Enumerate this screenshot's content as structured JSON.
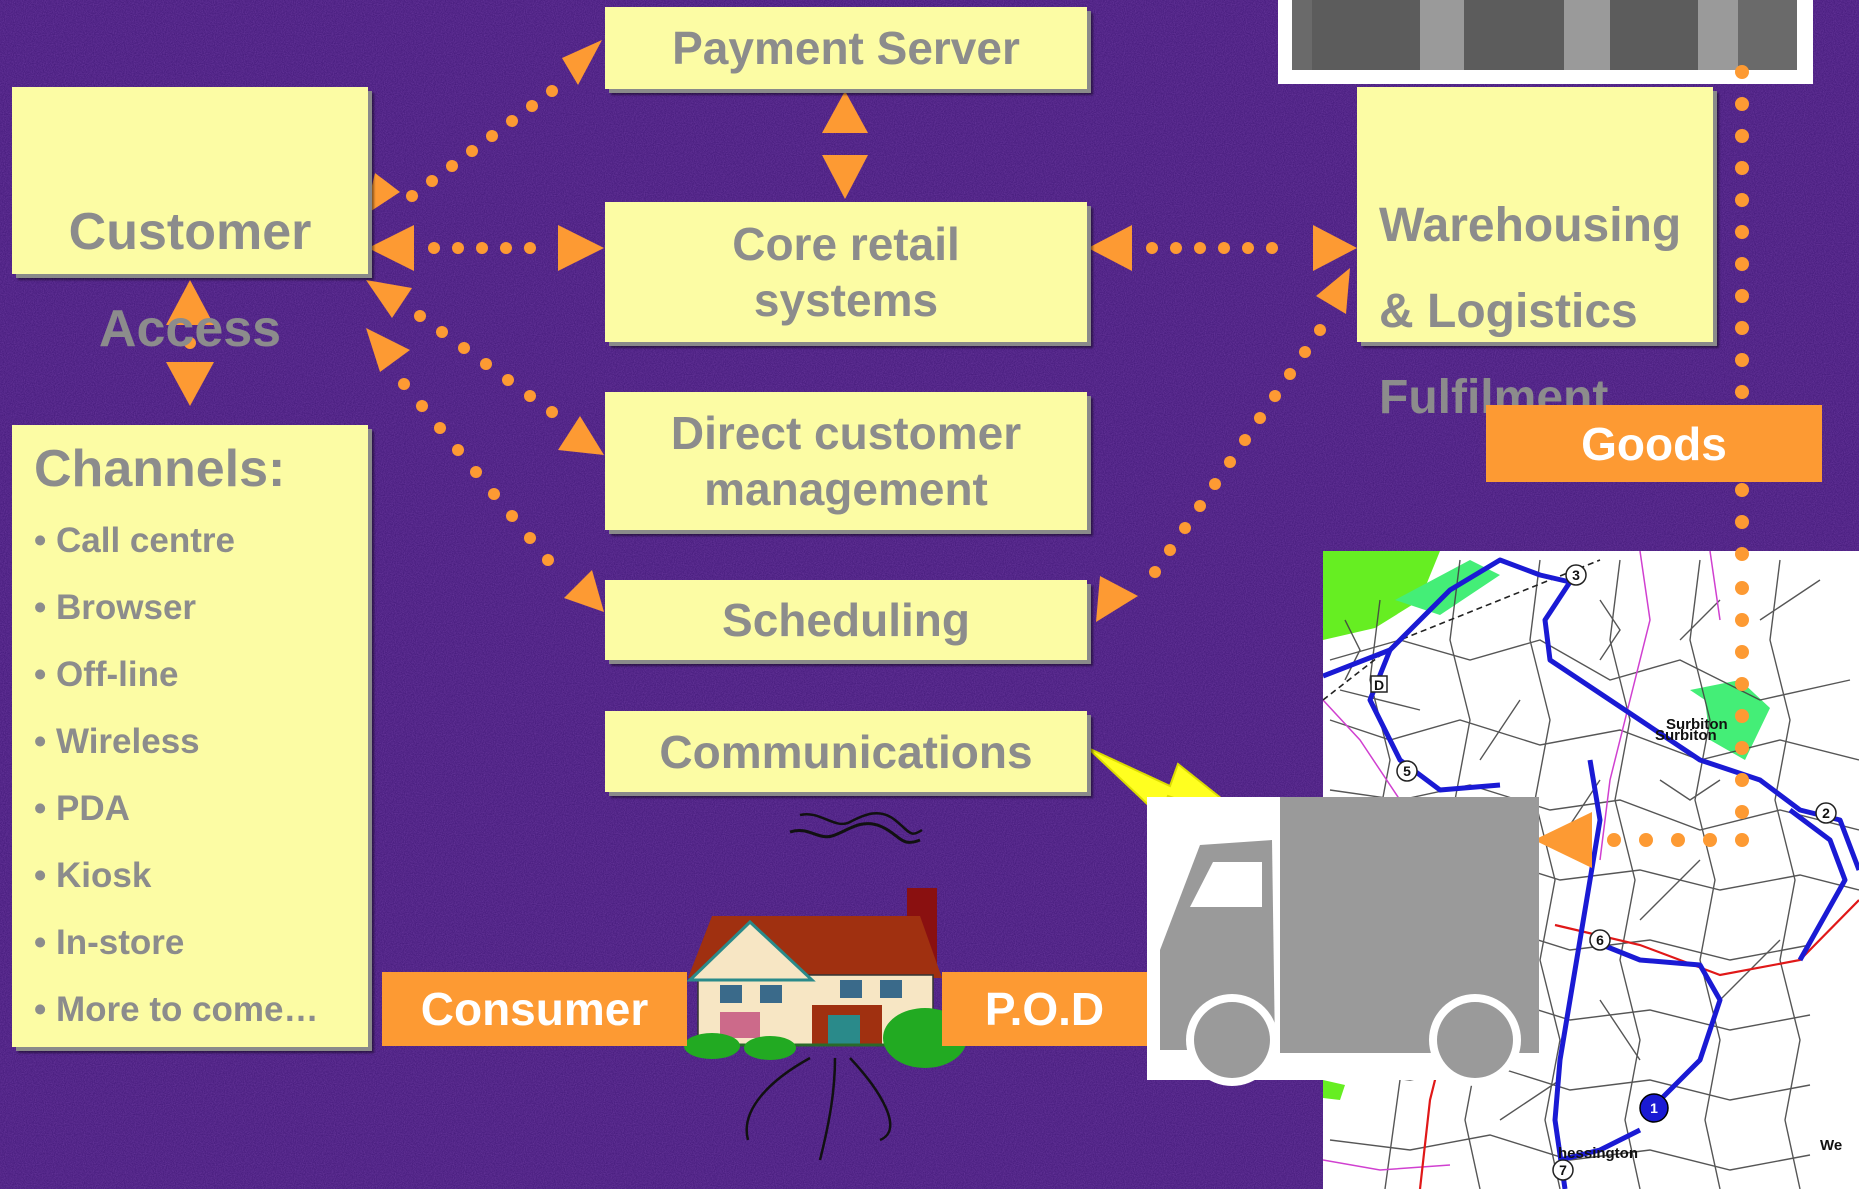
{
  "colors": {
    "background": "#4a1f80",
    "box_fill": "#fcfca4",
    "box_text": "#8c8c8c",
    "accent_orange": "#fd9a33",
    "label_text": "#ffffff",
    "route_blue": "#1a1ad4"
  },
  "boxes": {
    "customer_access": "Customer\nAccess",
    "payment_server": "Payment Server",
    "core_retail": "Core retail\nsystems",
    "direct_customer": "Direct customer\nmanagement",
    "scheduling": "Scheduling",
    "communications": "Communications",
    "warehousing": "Warehousing\n& Logistics\nFulfilment"
  },
  "channels": {
    "title": "Channels:",
    "items": [
      "• Call centre",
      "• Browser",
      "• Off-line",
      "• Wireless",
      "• PDA",
      "• Kiosk",
      "• In-store",
      "• More to come…"
    ]
  },
  "labels": {
    "goods": "Goods",
    "consumer": "Consumer",
    "pod": "P.O.D"
  },
  "map_text": {
    "place_primary": "Surbiton",
    "place_secondary": "Surbiton",
    "place_bottom": "hessington",
    "place_edge": "We",
    "stop_markers": [
      "3",
      "D",
      "5",
      "2",
      "6",
      "1",
      "7"
    ]
  },
  "icons": [
    "delivery-truck-icon",
    "house-icon",
    "lightning-bolt-icon",
    "route-map"
  ]
}
